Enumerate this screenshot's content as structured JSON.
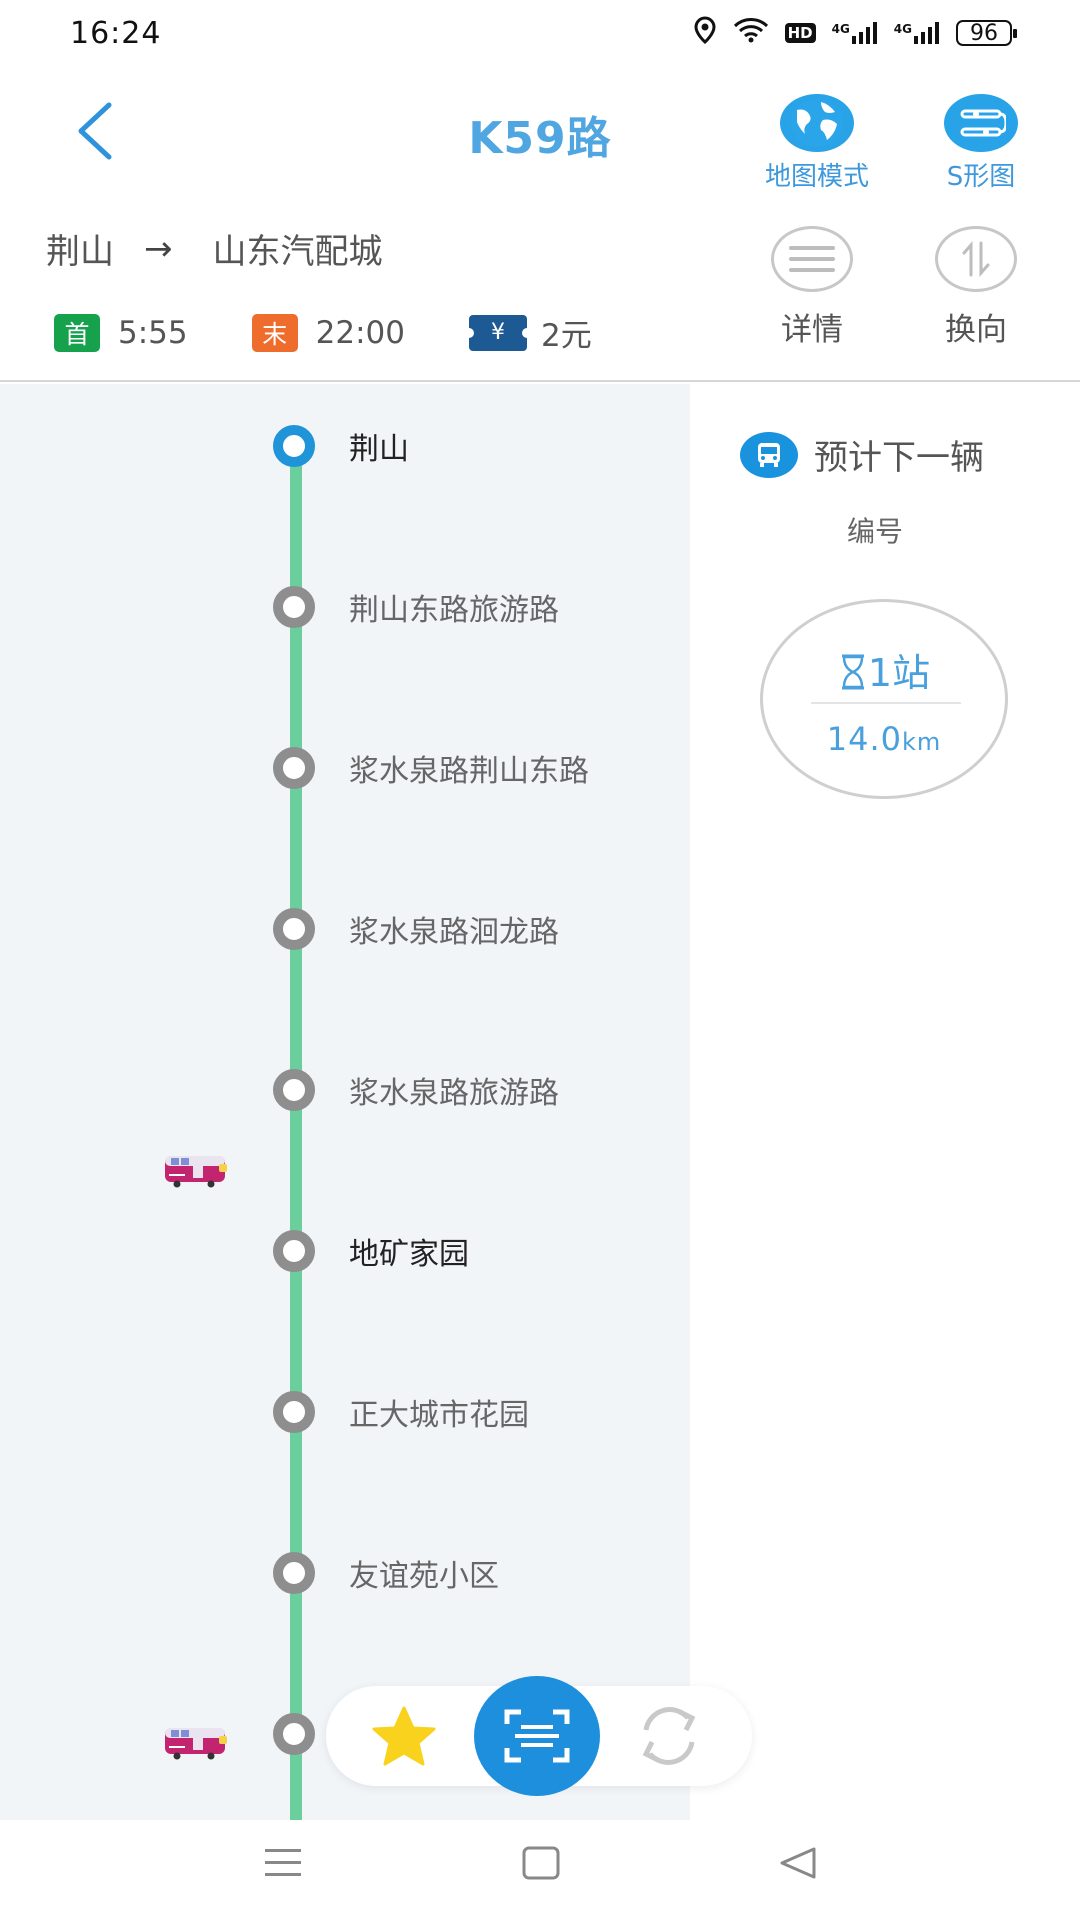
{
  "status": {
    "time": "16:24",
    "battery": "96",
    "hd": "HD",
    "net1": "4G",
    "net2": "4G"
  },
  "header": {
    "title": "K59路",
    "map_mode_label": "地图模式",
    "s_map_label": "S形图"
  },
  "route": {
    "from": "荆山",
    "arrow": "→",
    "to": "山东汽配城",
    "first_badge": "首",
    "first_time": "5:55",
    "last_badge": "末",
    "last_time": "22:00",
    "fare_symbol": "¥",
    "fare": "2元",
    "detail_label": "详情",
    "switch_label": "换向"
  },
  "stops": [
    {
      "name": "荆山",
      "dark": true,
      "current": true
    },
    {
      "name": "荆山东路旅游路",
      "dark": false,
      "current": false
    },
    {
      "name": "浆水泉路荆山东路",
      "dark": false,
      "current": false
    },
    {
      "name": "浆水泉路洄龙路",
      "dark": false,
      "current": false
    },
    {
      "name": "浆水泉路旅游路",
      "dark": false,
      "current": false
    },
    {
      "name": "地矿家园",
      "dark": true,
      "current": false
    },
    {
      "name": "正大城市花园",
      "dark": false,
      "current": false
    },
    {
      "name": "友谊苑小区",
      "dark": false,
      "current": false
    },
    {
      "name": "",
      "dark": false,
      "current": false
    }
  ],
  "next_bus": {
    "title": "预计下一辆",
    "vehicle_label": "编号",
    "stops_away": "1站",
    "distance_value": "14.0",
    "distance_unit": "km"
  },
  "colors": {
    "accent": "#1f94d8",
    "track": "#6bcf9d",
    "first": "#16a24c",
    "last": "#ef6d2c",
    "fare": "#1d5a93"
  },
  "icons": {
    "back": "chevron-left-icon",
    "map_mode": "globe-icon",
    "s_map": "route-icon",
    "detail": "menu-lines-icon",
    "switch": "swap-direction-icon",
    "bus": "bus-icon",
    "hourglass": "hourglass-icon",
    "favorite": "star-icon",
    "scan": "scan-icon",
    "refresh": "refresh-icon"
  }
}
